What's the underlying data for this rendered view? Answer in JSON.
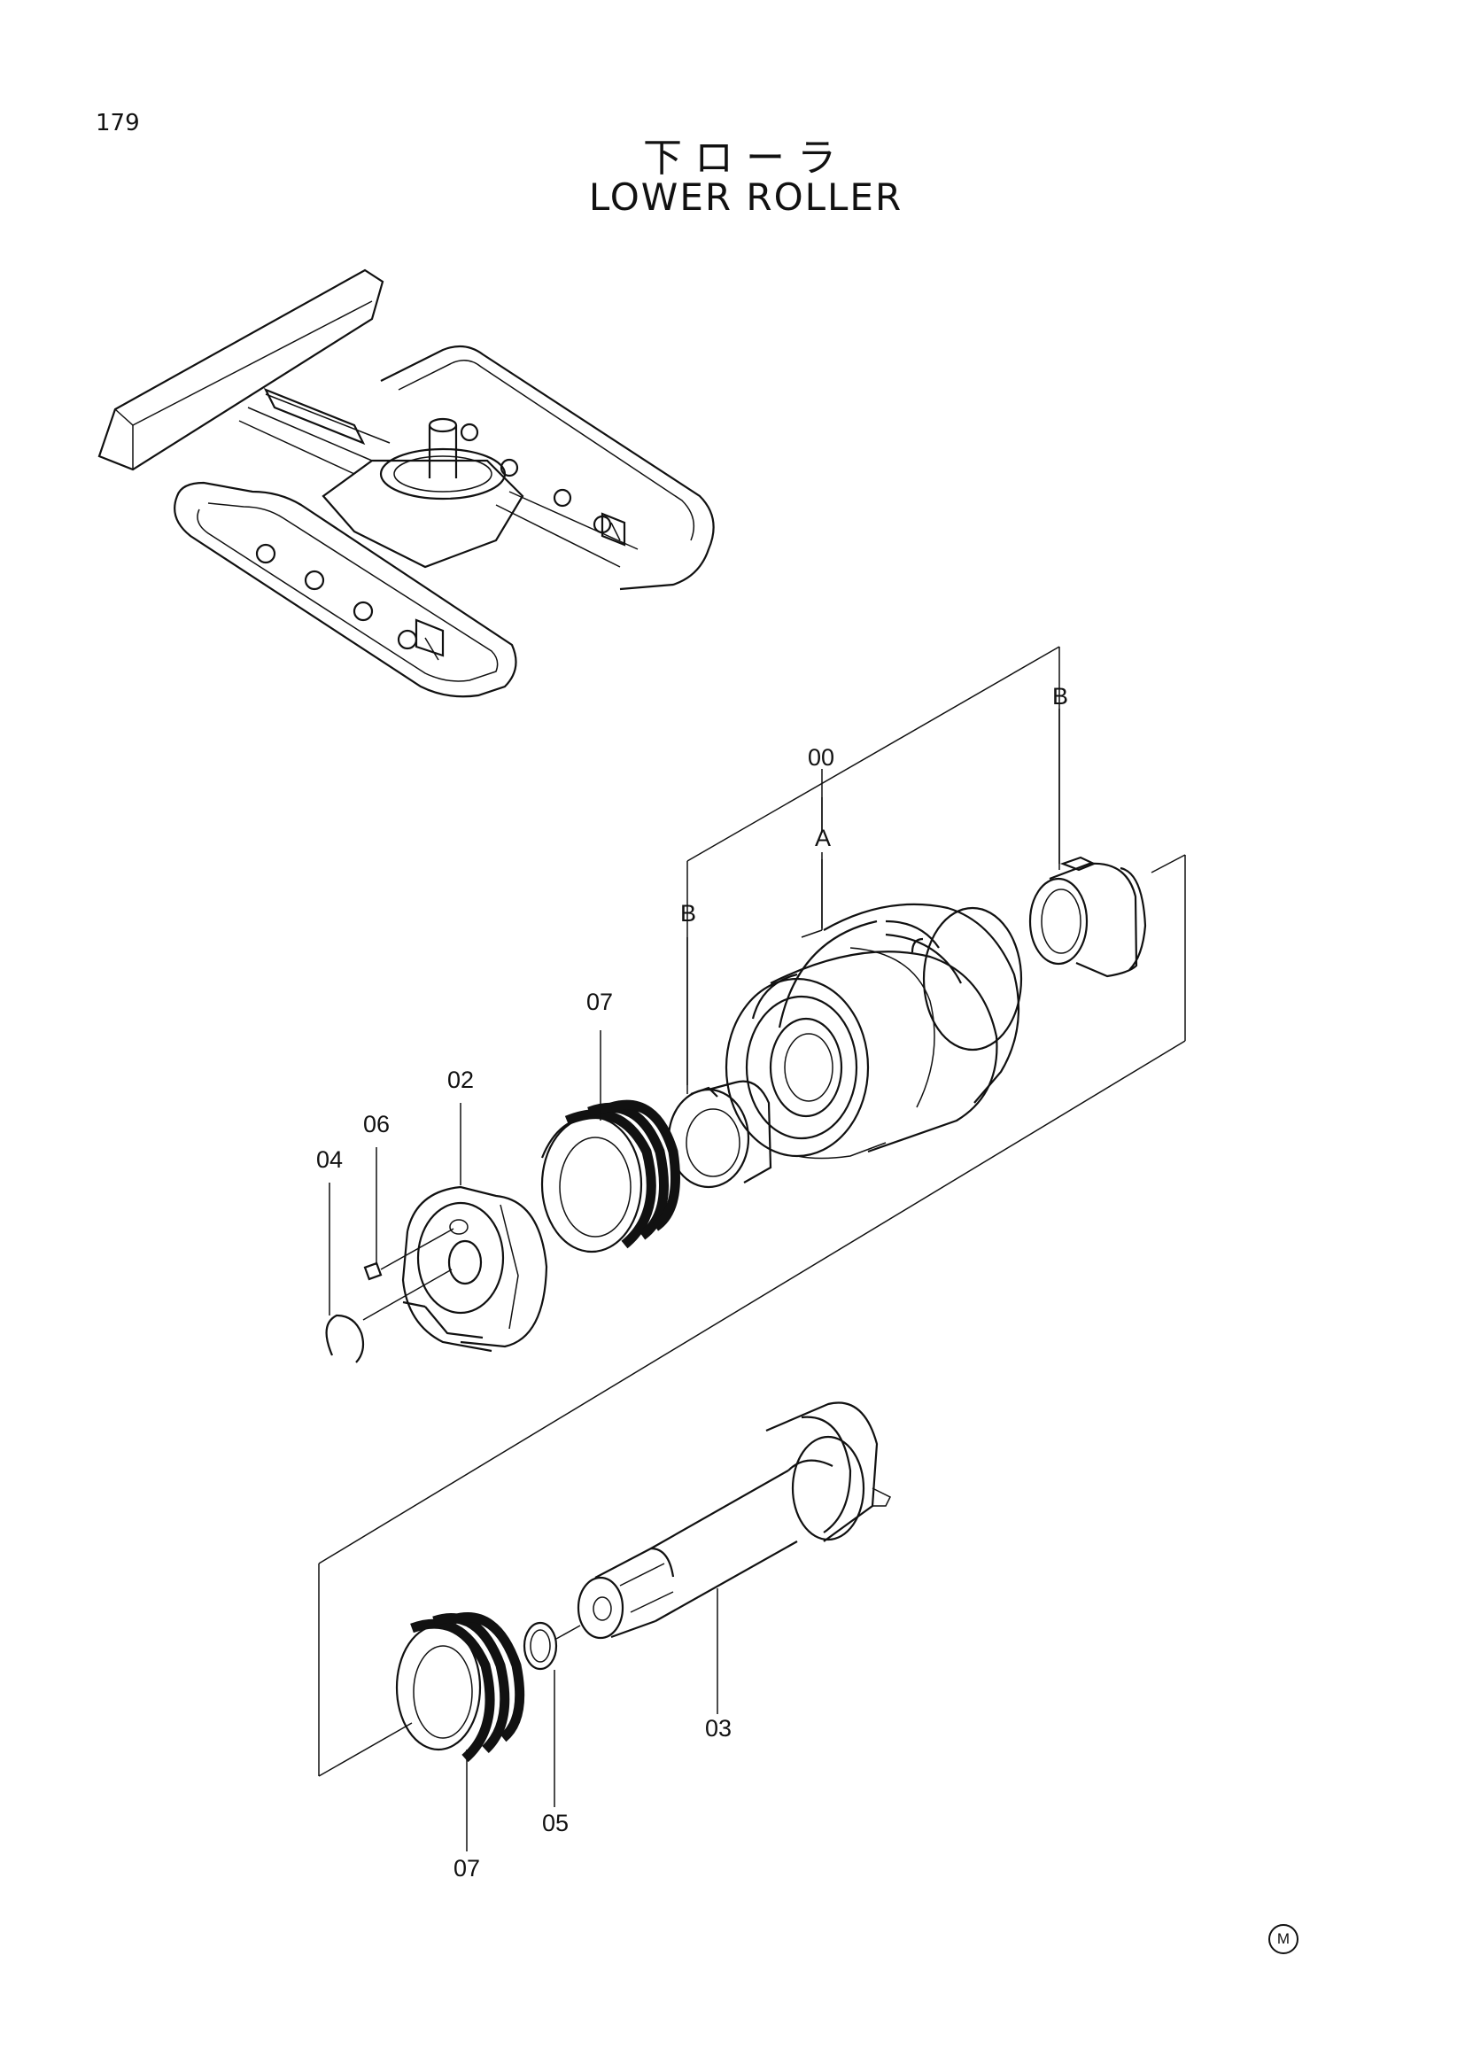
{
  "page_number": "179",
  "title_jp": "下ローラ",
  "title_en": "LOWER ROLLER",
  "labels": {
    "assembly": "00",
    "ref_a": "A",
    "ref_b_top": "B",
    "ref_b_left": "B",
    "collar": "02",
    "shaft": "03",
    "snap_ring": "04",
    "o_ring": "05",
    "plug": "06",
    "seal_upper": "07",
    "seal_lower": "07"
  },
  "mark": "M"
}
